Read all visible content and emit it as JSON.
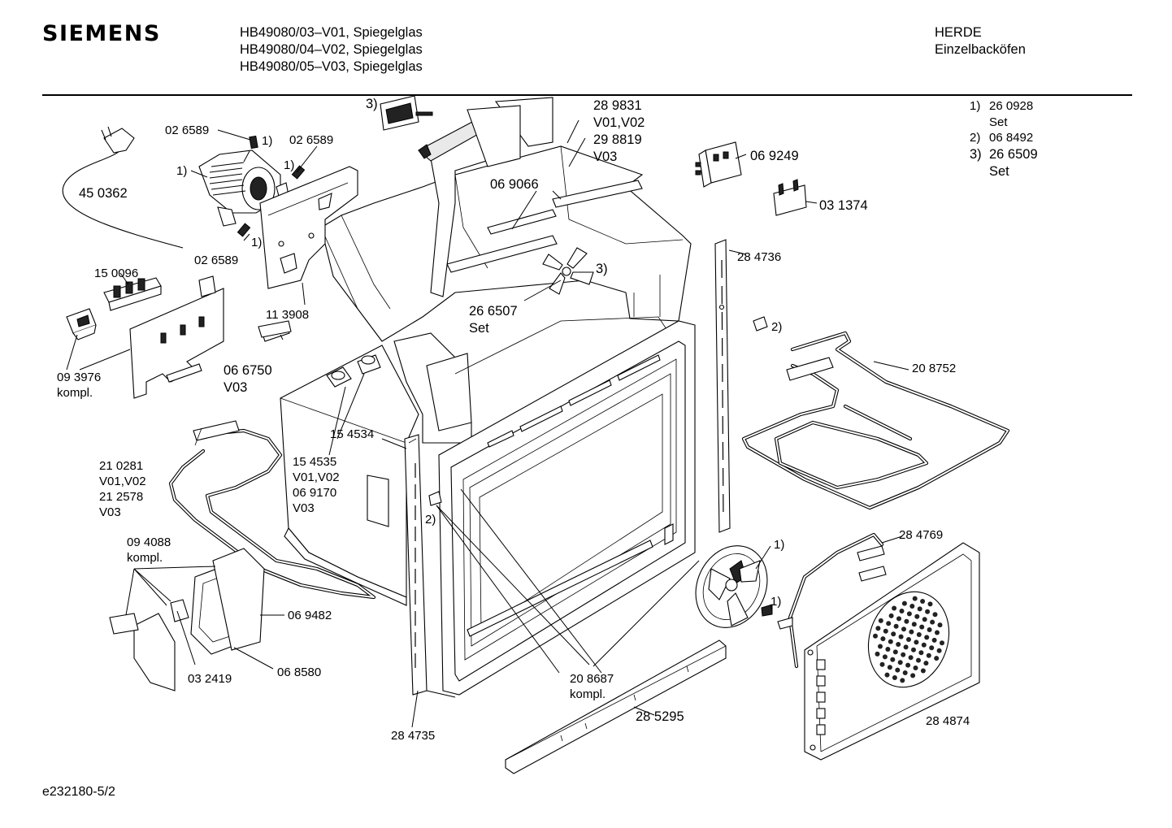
{
  "header": {
    "brand": "SIEMENS",
    "models": [
      "HB49080/03–V01, Spiegelglas",
      "HB49080/04–V02, Spiegelglas",
      "HB49080/05–V03, Spiegelglas"
    ],
    "category": "HERDE",
    "subcategory": "Einzelbacköfen"
  },
  "footnotes": [
    {
      "marker": "1)",
      "part": "26 0928",
      "note": "Set"
    },
    {
      "marker": "2)",
      "part": "06 8492",
      "note": ""
    },
    {
      "marker": "3)",
      "part": "26 6509",
      "note": "Set"
    }
  ],
  "labels": {
    "p_3_top": "3)",
    "p_289831": "28 9831",
    "p_v01v02_a": "V01,V02",
    "p_298819": "29 8819",
    "p_v03_a": "V03",
    "p_026589_a": "02 6589",
    "p_1_a": "1)",
    "p_026589_b": "02 6589",
    "p_1_b": "1)",
    "p_1_c": "1)",
    "p_450362": "45 0362",
    "p_069066": "06 9066",
    "p_069249": "06 9249",
    "p_031374": "03 1374",
    "p_1_d": "1)",
    "p_026589_c": "02 6589",
    "p_150096": "15 0096",
    "p_3_fan": "3)",
    "p_266507": "26 6507",
    "p_set": "Set",
    "p_284736": "28 4736",
    "p_113908": "11 3908",
    "p_2_a": "2)",
    "p_093976": "09 3976",
    "p_kompl_a": "kompl.",
    "p_066750": "06 6750",
    "p_v03_b": "V03",
    "p_208752": "20 8752",
    "p_154534": "15 4534",
    "p_210281": "21 0281",
    "p_v01v02_b": "V01,V02",
    "p_212578": "21 2578",
    "p_v03_c": "V03",
    "p_154535": "15 4535",
    "p_v01v02_c": "V01,V02",
    "p_069170": "06 9170",
    "p_v03_d": "V03",
    "p_2_b": "2)",
    "p_1_e": "1)",
    "p_284769": "28 4769",
    "p_094088": "09 4088",
    "p_kompl_b": "kompl.",
    "p_1_f": "1)",
    "p_069482": "06 9482",
    "p_068580": "06 8580",
    "p_032419": "03 2419",
    "p_208687": "20 8687",
    "p_kompl_c": "kompl.",
    "p_285295": "28 5295",
    "p_284874": "28 4874",
    "p_284735": "28 4735"
  },
  "footer": {
    "doc_id": "e232180-5/2"
  }
}
